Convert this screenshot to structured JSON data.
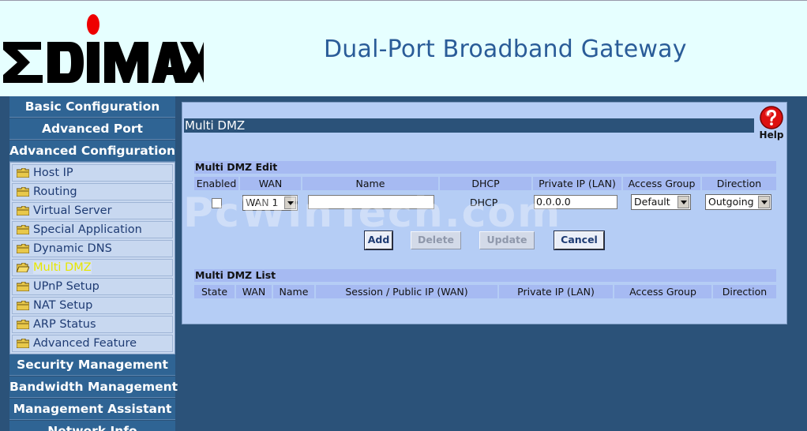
{
  "brand": {
    "logo_text": "EDIMAX"
  },
  "header": {
    "title": "Dual-Port Broadband Gateway"
  },
  "sidebar": {
    "top_items": [
      {
        "label": "Basic Configuration"
      },
      {
        "label": "Advanced Port"
      },
      {
        "label": "Advanced Configuration"
      }
    ],
    "sub_items": [
      {
        "label": "Host IP",
        "icon": "folder-icon"
      },
      {
        "label": "Routing",
        "icon": "folder-icon"
      },
      {
        "label": "Virtual Server",
        "icon": "folder-icon"
      },
      {
        "label": "Special Application",
        "icon": "folder-icon"
      },
      {
        "label": "Dynamic DNS",
        "icon": "folder-icon"
      },
      {
        "label": "Multi DMZ",
        "icon": "folder-open-icon",
        "active": true
      },
      {
        "label": "UPnP Setup",
        "icon": "folder-icon"
      },
      {
        "label": "NAT Setup",
        "icon": "folder-icon"
      },
      {
        "label": "ARP Status",
        "icon": "folder-icon"
      },
      {
        "label": "Advanced Feature",
        "icon": "folder-icon"
      }
    ],
    "bottom_items": [
      {
        "label": "Security Management"
      },
      {
        "label": "Bandwidth Management"
      },
      {
        "label": "Management Assistant"
      },
      {
        "label": "Network Info"
      }
    ]
  },
  "panel": {
    "title": "Multi DMZ",
    "help_label": "Help",
    "edit": {
      "heading": "Multi DMZ Edit",
      "columns": [
        "Enabled",
        "WAN",
        "Name",
        "DHCP",
        "Private IP (LAN)",
        "Access Group",
        "Direction"
      ],
      "row": {
        "enabled": false,
        "wan": "WAN 1",
        "name_value": "",
        "dhcp": "DHCP",
        "private_ip": "0.0.0.0",
        "access_group": "Default",
        "direction": "Outgoing"
      },
      "buttons": {
        "add": "Add",
        "delete": "Delete",
        "update": "Update",
        "cancel": "Cancel"
      }
    },
    "list": {
      "heading": "Multi DMZ List",
      "columns": [
        "State",
        "WAN",
        "Name",
        "Session / Public IP (WAN)",
        "Private IP (LAN)",
        "Access Group",
        "Direction"
      ]
    }
  },
  "watermark": "PcWinTech.com",
  "colors": {
    "accent": "#2a5c98",
    "nav": "#2f6494",
    "panel": "#b5cdf5",
    "background": "#2b5279"
  }
}
